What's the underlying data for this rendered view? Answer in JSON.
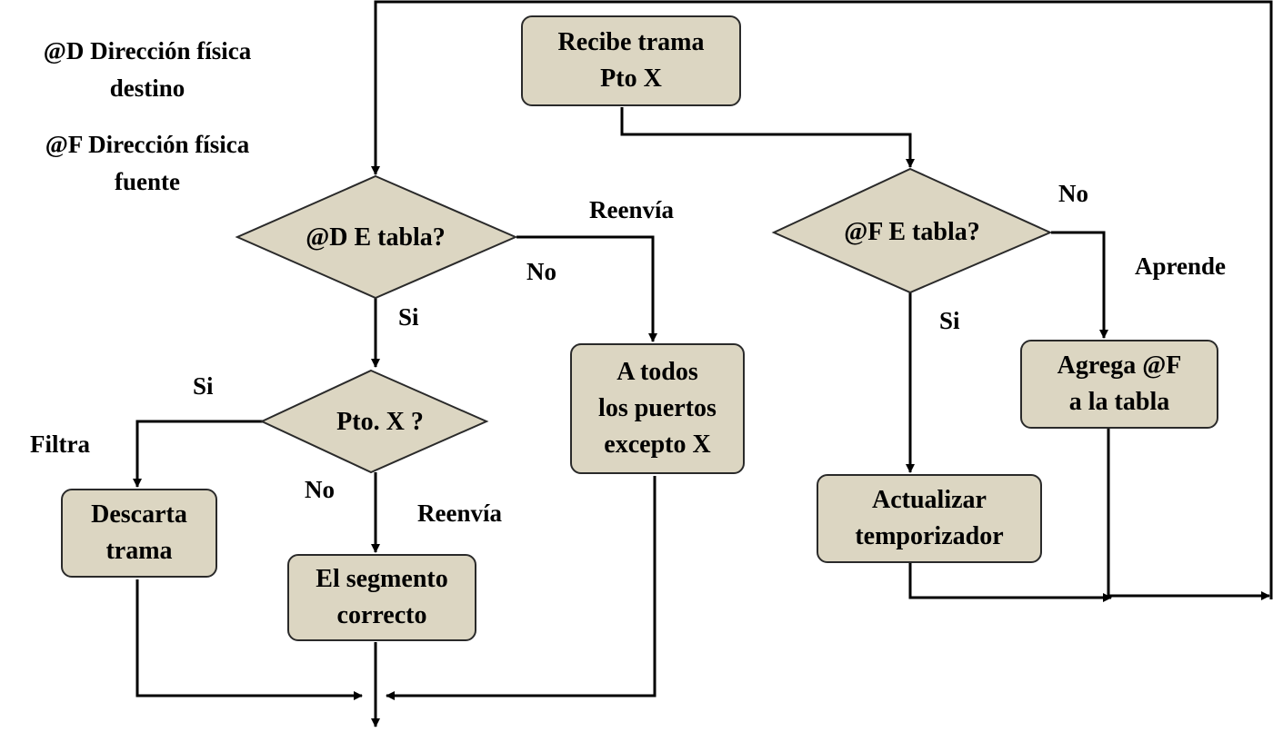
{
  "legend": [
    "@D Dirección física\ndestino",
    "@F Dirección física\nfuente"
  ],
  "nodes": {
    "recibe": "Recibe trama\nPto X",
    "d_tabla": "@D E tabla?",
    "f_tabla": "@F E tabla?",
    "pto_x": "Pto. X ?",
    "todos": "A todos\nlos puertos\nexcepto X",
    "agrega": "Agrega @F\na la tabla",
    "actualizar": "Actualizar\ntemporizador",
    "descarta": "Descarta\ntrama",
    "segmento": "El segmento\ncorrecto"
  },
  "edge_labels": {
    "d_no": "No",
    "d_reenvia": "Reenvía",
    "d_si": "Si",
    "f_no": "No",
    "f_aprende": "Aprende",
    "f_si": "Si",
    "p_si": "Si",
    "p_filtra": "Filtra",
    "p_no": "No",
    "p_reenvia": "Reenvía"
  },
  "colors": {
    "node_fill": "#dcd6c2",
    "node_border": "#2a2a2a",
    "line": "#000000"
  }
}
